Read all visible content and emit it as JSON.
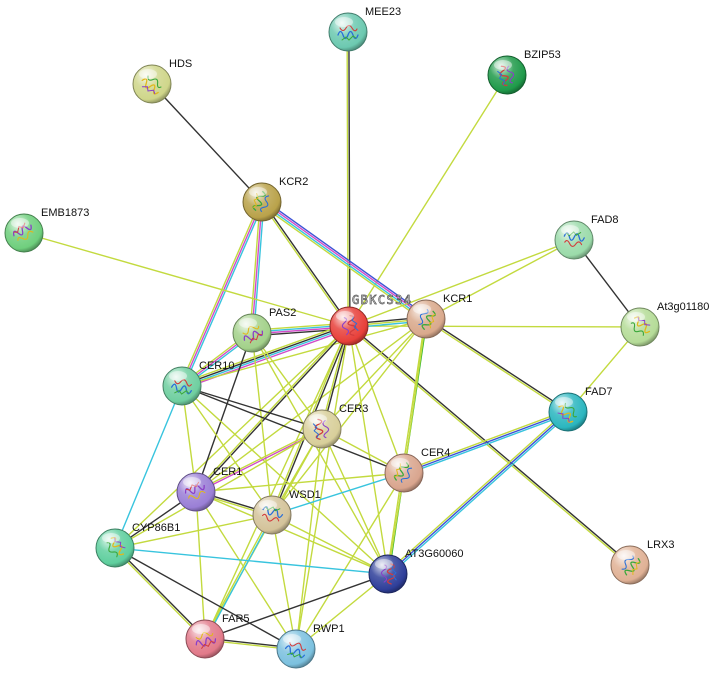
{
  "nodes": [
    {
      "label": "MEE23",
      "color": "#6cc9b0"
    },
    {
      "label": "HDS",
      "color": "#cfd68a"
    },
    {
      "label": "BZIP53",
      "color": "#1f9a4a"
    },
    {
      "label": "KCR2",
      "color": "#b9a24a"
    },
    {
      "label": "EMB1873",
      "color": "#6fcf7d"
    },
    {
      "label": "FAD8",
      "color": "#9bdbaa"
    },
    {
      "label": "At3g01180",
      "color": "#b5dc98"
    },
    {
      "label": "GBKCS34",
      "color": "#e8403a"
    },
    {
      "label": "KCR1",
      "color": "#d9a98c"
    },
    {
      "label": "PAS2",
      "color": "#a3d18a"
    },
    {
      "label": "CER10",
      "color": "#6fcfa0"
    },
    {
      "label": "FAD7",
      "color": "#2bb6bf"
    },
    {
      "label": "CER3",
      "color": "#d8cf9a"
    },
    {
      "label": "CER4",
      "color": "#d9a58e"
    },
    {
      "label": "CER1",
      "color": "#9a7fd6"
    },
    {
      "label": "WSD1",
      "color": "#d4c39a"
    },
    {
      "label": "CYP86B1",
      "color": "#5fcf9e"
    },
    {
      "label": "AT3G60060",
      "color": "#2f3f9a"
    },
    {
      "label": "LRX3",
      "color": "#e0b195"
    },
    {
      "label": "FAR5",
      "color": "#e27a8a"
    },
    {
      "label": "RWP1",
      "color": "#7cc1df"
    }
  ],
  "edge_palette": [
    "#333333",
    "#c3da3f",
    "#38c4de",
    "#d24cc8",
    "#3d52d6",
    "#2bb52b"
  ],
  "edges": [
    [
      0,
      7,
      [
        0,
        1
      ]
    ],
    [
      1,
      3,
      [
        0
      ]
    ],
    [
      2,
      7,
      [
        1
      ]
    ],
    [
      3,
      7,
      [
        0,
        1
      ]
    ],
    [
      3,
      8,
      [
        4,
        3,
        2,
        1
      ]
    ],
    [
      3,
      9,
      [
        2,
        3,
        1
      ]
    ],
    [
      3,
      10,
      [
        2,
        3,
        1
      ]
    ],
    [
      4,
      7,
      [
        1
      ]
    ],
    [
      5,
      6,
      [
        0
      ]
    ],
    [
      5,
      7,
      [
        1
      ]
    ],
    [
      5,
      8,
      [
        1
      ]
    ],
    [
      6,
      7,
      [
        1
      ]
    ],
    [
      6,
      11,
      [
        1
      ]
    ],
    [
      7,
      8,
      [
        0,
        1,
        2
      ]
    ],
    [
      7,
      9,
      [
        0,
        3,
        2,
        1
      ]
    ],
    [
      7,
      10,
      [
        3,
        2,
        0,
        1
      ]
    ],
    [
      8,
      11,
      [
        0,
        1
      ]
    ],
    [
      7,
      18,
      [
        0,
        1
      ]
    ],
    [
      8,
      17,
      [
        5,
        1
      ]
    ],
    [
      8,
      10,
      [
        1
      ]
    ],
    [
      8,
      12,
      [
        1
      ]
    ],
    [
      8,
      13,
      [
        1
      ]
    ],
    [
      8,
      14,
      [
        1
      ]
    ],
    [
      8,
      15,
      [
        1
      ]
    ],
    [
      7,
      12,
      [
        0,
        1
      ]
    ],
    [
      7,
      13,
      [
        1
      ]
    ],
    [
      7,
      14,
      [
        0,
        1
      ]
    ],
    [
      7,
      15,
      [
        0,
        1
      ]
    ],
    [
      7,
      17,
      [
        1
      ]
    ],
    [
      7,
      16,
      [
        1
      ]
    ],
    [
      7,
      19,
      [
        1
      ]
    ],
    [
      7,
      20,
      [
        1
      ]
    ],
    [
      9,
      10,
      [
        2,
        3,
        1
      ]
    ],
    [
      9,
      14,
      [
        0
      ]
    ],
    [
      9,
      15,
      [
        1
      ]
    ],
    [
      9,
      12,
      [
        1
      ]
    ],
    [
      9,
      17,
      [
        1
      ]
    ],
    [
      10,
      12,
      [
        0
      ]
    ],
    [
      10,
      13,
      [
        0
      ]
    ],
    [
      10,
      16,
      [
        2
      ]
    ],
    [
      10,
      14,
      [
        1
      ]
    ],
    [
      10,
      15,
      [
        1
      ]
    ],
    [
      10,
      17,
      [
        1
      ]
    ],
    [
      11,
      13,
      [
        2,
        4,
        1
      ]
    ],
    [
      11,
      17,
      [
        2,
        4,
        1
      ]
    ],
    [
      12,
      14,
      [
        3,
        1
      ]
    ],
    [
      12,
      15,
      [
        1
      ]
    ],
    [
      12,
      13,
      [
        1
      ]
    ],
    [
      12,
      17,
      [
        1
      ]
    ],
    [
      12,
      19,
      [
        1
      ]
    ],
    [
      12,
      20,
      [
        1
      ]
    ],
    [
      12,
      16,
      [
        1
      ]
    ],
    [
      14,
      15,
      [
        0,
        1
      ]
    ],
    [
      14,
      16,
      [
        0
      ]
    ],
    [
      14,
      19,
      [
        1
      ]
    ],
    [
      14,
      20,
      [
        1
      ]
    ],
    [
      14,
      17,
      [
        1
      ]
    ],
    [
      14,
      13,
      [
        1
      ]
    ],
    [
      15,
      13,
      [
        2
      ]
    ],
    [
      15,
      17,
      [
        1
      ]
    ],
    [
      15,
      19,
      [
        2,
        1
      ]
    ],
    [
      15,
      20,
      [
        1
      ]
    ],
    [
      13,
      17,
      [
        1
      ]
    ],
    [
      13,
      20,
      [
        1
      ]
    ],
    [
      16,
      17,
      [
        2
      ]
    ],
    [
      16,
      19,
      [
        0,
        1
      ]
    ],
    [
      16,
      20,
      [
        0
      ]
    ],
    [
      16,
      15,
      [
        1
      ]
    ],
    [
      19,
      20,
      [
        0,
        1
      ]
    ],
    [
      19,
      17,
      [
        0
      ]
    ],
    [
      20,
      17,
      [
        1
      ]
    ]
  ]
}
